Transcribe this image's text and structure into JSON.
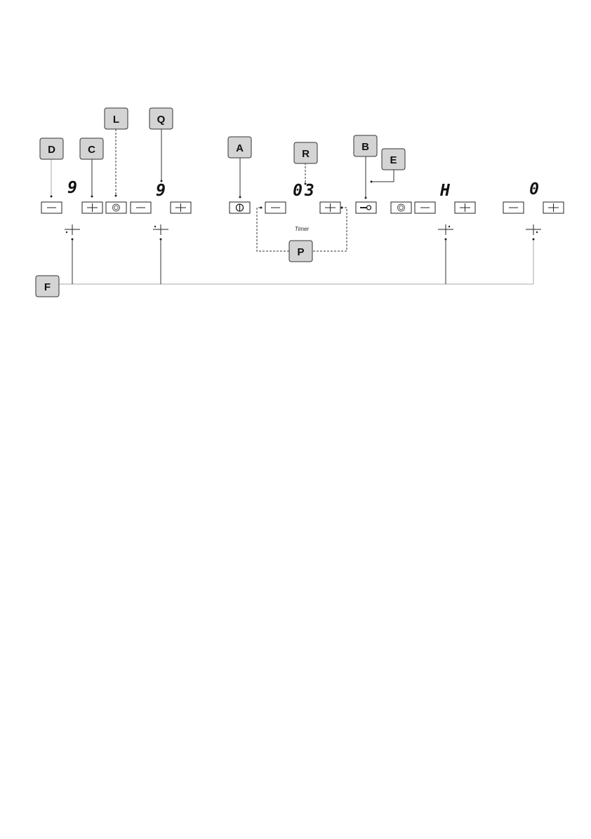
{
  "callouts": {
    "a": "A",
    "b": "B",
    "c": "C",
    "d": "D",
    "e": "E",
    "f": "F",
    "l": "L",
    "p": "P",
    "q": "Q",
    "r": "R"
  },
  "displays": {
    "zone_front_left": "9",
    "zone_rear_left": "9",
    "timer": "03",
    "zone_rear_right": "H",
    "zone_front_right": "0"
  },
  "timer_label": "Timer",
  "icons": {
    "minus": "minus-icon",
    "plus": "plus-icon",
    "power": "power-icon",
    "lock": "key-lock-icon",
    "dual_zone": "dual-zone-icon"
  }
}
